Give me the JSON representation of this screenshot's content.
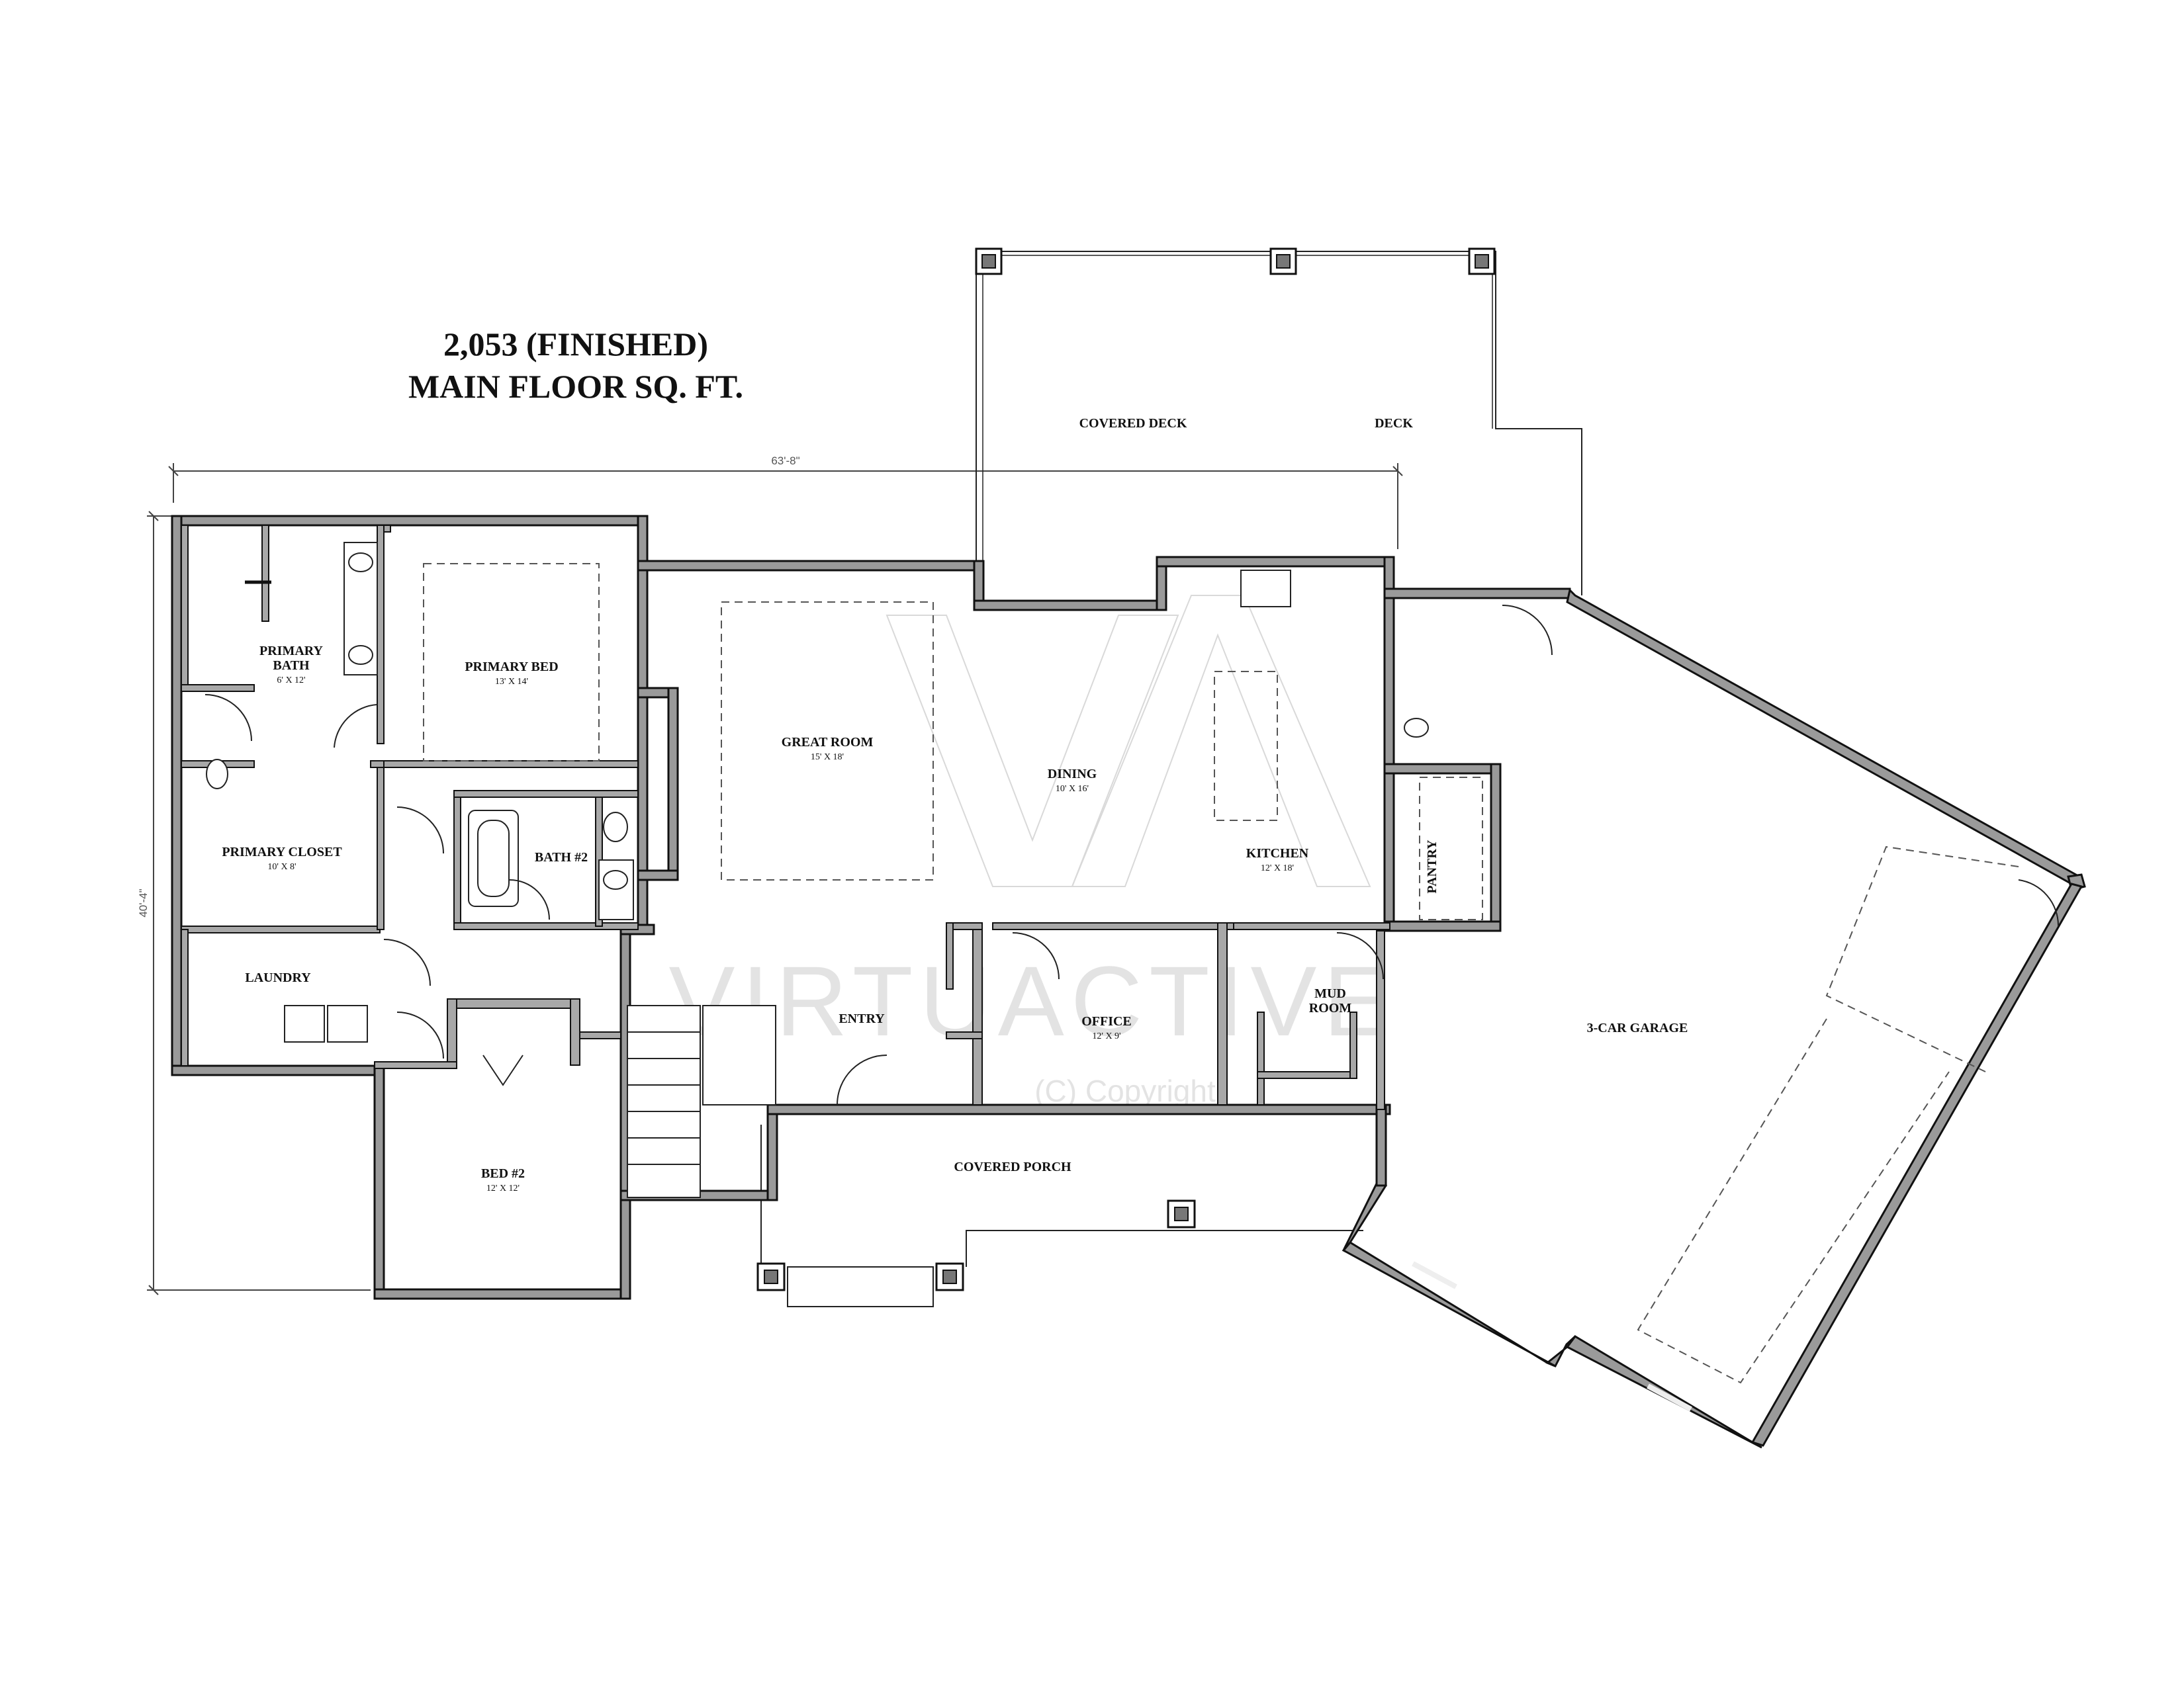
{
  "title": {
    "line1": "2,053 (FINISHED)",
    "line2": "MAIN FLOOR SQ. FT."
  },
  "dimensions": {
    "width": "63'-8\"",
    "depth": "40'-4\""
  },
  "rooms": {
    "covered_deck": {
      "name": "COVERED DECK"
    },
    "deck": {
      "name": "DECK"
    },
    "primary_bath": {
      "name_line1": "PRIMARY",
      "name_line2": "BATH",
      "size": "6' X 12'"
    },
    "primary_bed": {
      "name": "PRIMARY BED",
      "size": "13' X 14'"
    },
    "great_room": {
      "name": "GREAT ROOM",
      "size": "15' X 18'"
    },
    "dining": {
      "name": "DINING",
      "size": "10' X 16'"
    },
    "kitchen": {
      "name": "KITCHEN",
      "size": "12' X 18'"
    },
    "pantry": {
      "name": "PANTRY"
    },
    "primary_closet": {
      "name": "PRIMARY CLOSET",
      "size": "10' X 8'"
    },
    "bath2": {
      "name": "BATH #2"
    },
    "laundry": {
      "name": "LAUNDRY"
    },
    "entry": {
      "name": "ENTRY"
    },
    "office": {
      "name": "OFFICE",
      "size": "12' X 9'"
    },
    "mud_room": {
      "name_line1": "MUD",
      "name_line2": "ROOM"
    },
    "garage": {
      "name": "3-CAR GARAGE"
    },
    "bed2": {
      "name": "BED #2",
      "size": "12' X 12'"
    },
    "covered_porch": {
      "name": "COVERED PORCH"
    }
  },
  "watermark": {
    "brand": "VIRTUACTIVE",
    "copyright": "(C) Copyright"
  }
}
